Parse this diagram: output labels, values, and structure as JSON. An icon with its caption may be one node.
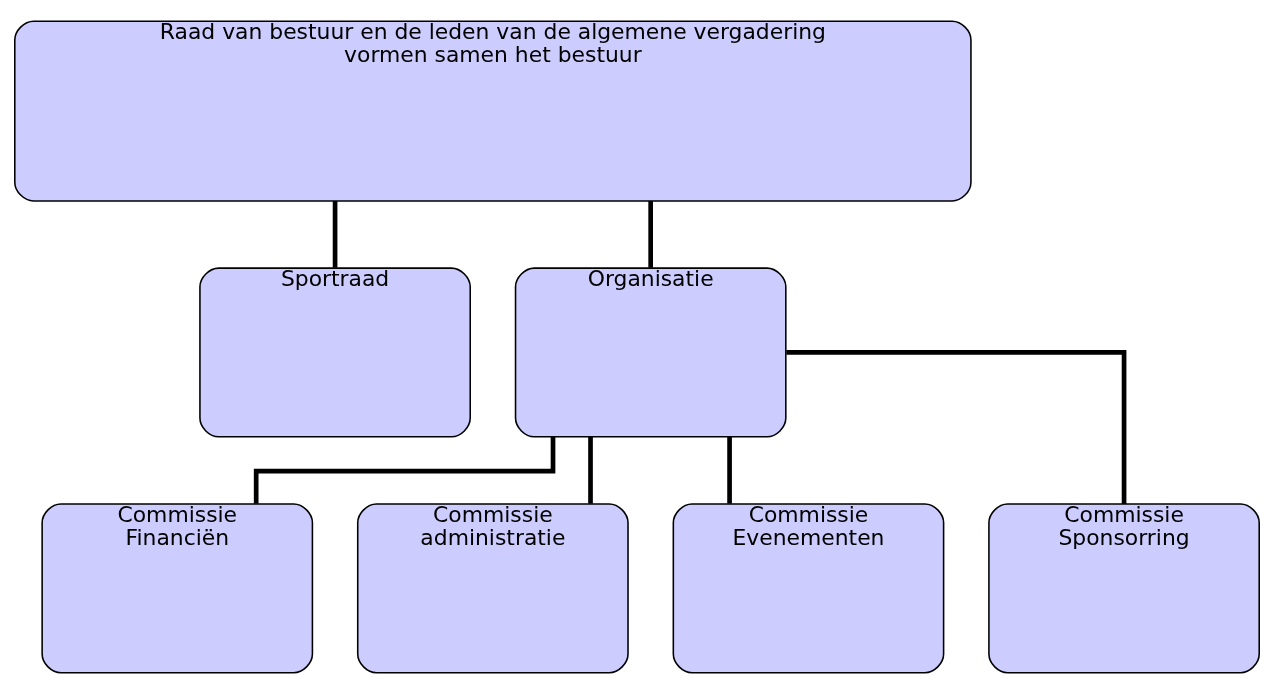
{
  "diagram": {
    "nodes": [
      {
        "text": [
          "Raad van bestuur en de leden van de algemene vergadering vormen samen het bestuur"
        ]
      },
      {
        "text": [
          "Sportraad"
        ]
      },
      {
        "text": [
          "Organisatie"
        ]
      },
      {
        "text": [
          "Commissie Financiën"
        ]
      },
      {
        "text": [
          "Commissie administratie"
        ]
      },
      {
        "text": [
          "Commissie Evenementen"
        ]
      },
      {
        "text": [
          "Commissie Sponsorring"
        ]
      }
    ],
    "edges": [
      {
        "from": 0,
        "to": 1,
        "arrow": "none"
      },
      {
        "from": 0,
        "to": 2,
        "arrow": "none"
      },
      {
        "from": 2,
        "to": 3,
        "arrow": "none"
      },
      {
        "from": 2,
        "to": 4,
        "arrow": "none"
      },
      {
        "from": 2,
        "to": 5,
        "arrow": "none"
      },
      {
        "from": 2,
        "to": 6,
        "arrow": "none"
      }
    ]
  }
}
